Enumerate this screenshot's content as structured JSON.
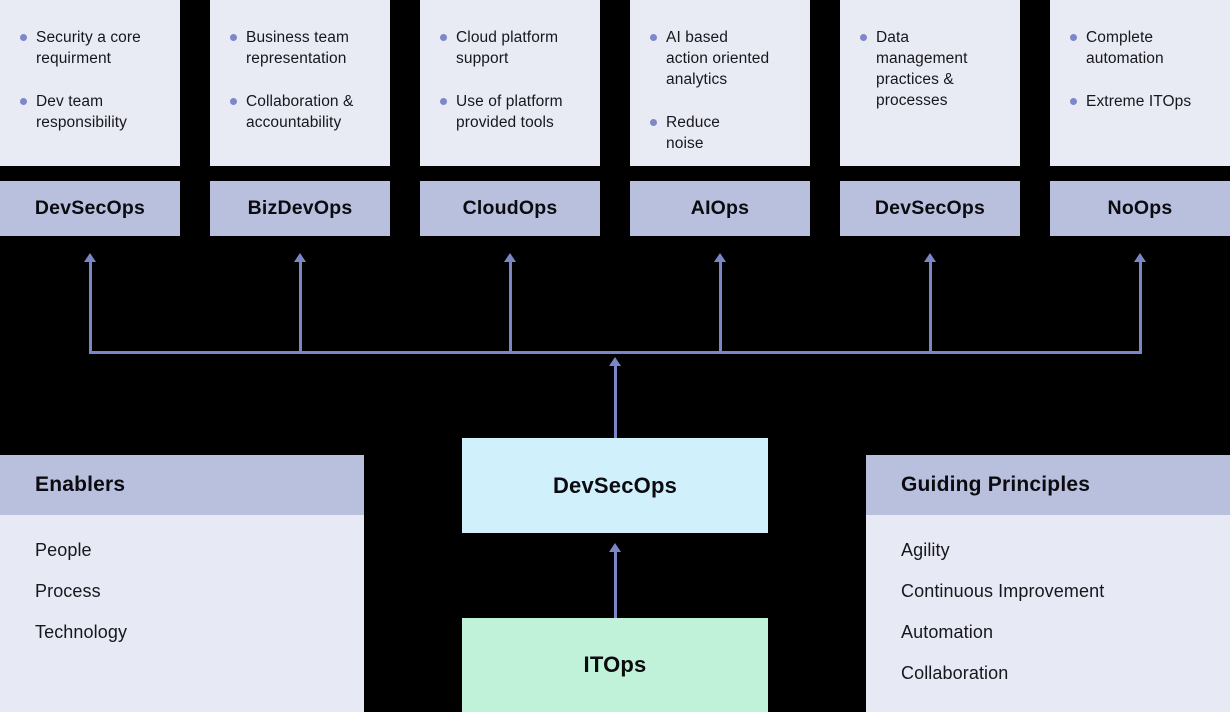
{
  "columns": [
    {
      "label": "DevSecOps",
      "bullets": [
        "Security a core\nrequirment",
        "Dev team\nresponsibility"
      ]
    },
    {
      "label": "BizDevOps",
      "bullets": [
        "Business team\nrepresentation",
        "Collaboration &\naccountability"
      ]
    },
    {
      "label": "CloudOps",
      "bullets": [
        "Cloud platform\nsupport",
        "Use of platform\nprovided tools"
      ]
    },
    {
      "label": "AIOps",
      "bullets": [
        "AI based\naction oriented\nanalytics",
        "Reduce\nnoise"
      ]
    },
    {
      "label": "DevSecOps",
      "bullets": [
        "Data\nmanagement\npractices &\nprocesses"
      ]
    },
    {
      "label": "NoOps",
      "bullets": [
        "Complete\nautomation",
        "Extreme ITOps"
      ]
    }
  ],
  "flow": {
    "devsecops_label": "DevSecOps",
    "itops_label": "ITOps"
  },
  "enablers": {
    "title": "Enablers",
    "items": [
      "People",
      "Process",
      "Technology"
    ]
  },
  "guiding_principles": {
    "title": "Guiding Principles",
    "items": [
      "Agility",
      "Continuous Improvement",
      "Automation",
      "Collaboration"
    ]
  },
  "colors": {
    "background": "#000000",
    "card_bg": "#e8eaf4",
    "label_bar_bg": "#b9c0de",
    "arrow": "#7b86c6",
    "bullet_dot": "#7d88c6",
    "devsecops_box_bg": "#d0f0fb",
    "itops_box_bg": "#c0f2d9",
    "panel_header_bg": "#b9c0de",
    "panel_body_bg": "#e7e9f4",
    "text": "#17171c"
  }
}
